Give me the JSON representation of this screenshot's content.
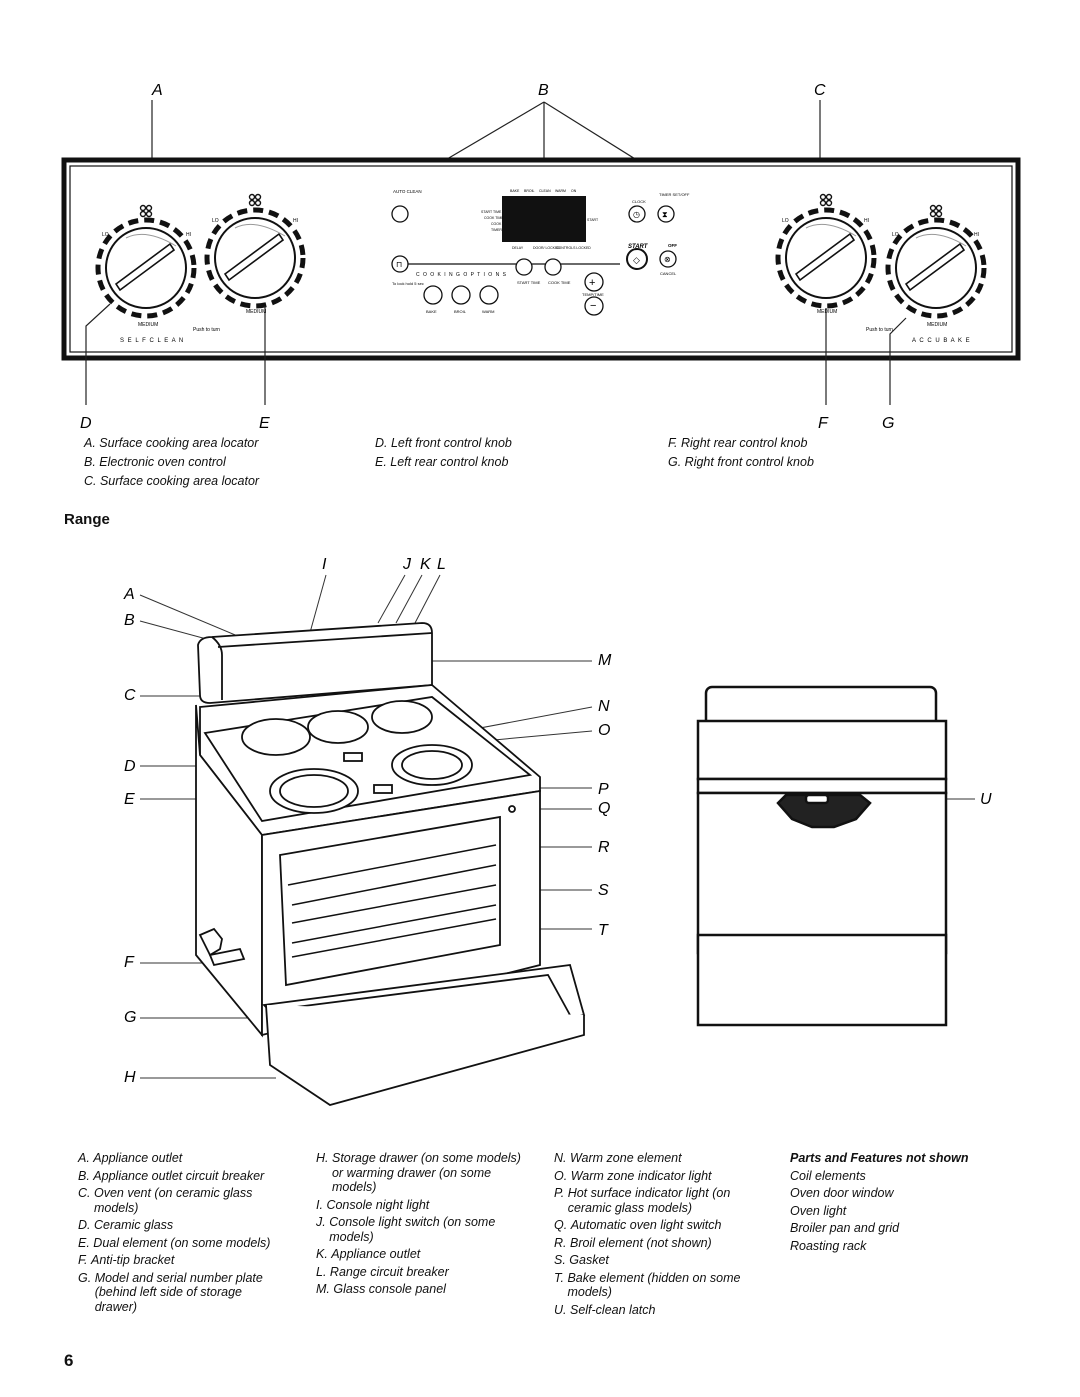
{
  "control_panel": {
    "callouts_top": [
      "A",
      "B",
      "C"
    ],
    "callouts_bottom": [
      "D",
      "E",
      "F",
      "G"
    ],
    "left_label": "S E L F   C L E A N",
    "right_label": "A C C U B A K E",
    "knob_lo": "LO",
    "knob_hi": "HI",
    "knob_medium": "MEDIUM",
    "push_to_turn": "Push to turn",
    "auto_clean": "AUTO CLEAN",
    "display_top_labels": [
      "BAKE",
      "BROIL",
      "CLEAN",
      "WARM",
      "ON"
    ],
    "display_left_labels": [
      "START TIME",
      "COOK TIME",
      "COOK",
      "TIMER"
    ],
    "display_right_label": "START",
    "display_bottom_labels": [
      "DELAY",
      "DOOR/ LOCKED",
      "CONTROLS LOCKED"
    ],
    "cooking_options": "C O O K I N G   O P T I O N S",
    "lock_note": "To lock hold 5 sec",
    "bake": "BAKE",
    "broil": "BROIL",
    "warm": "WARM",
    "start_time": "START TIME",
    "cook_time": "COOK TIME",
    "temp_time": "TEMP/TIME",
    "clock": "CLOCK",
    "timer_set_off": "TIMER SET/OFF",
    "start": "START",
    "off": "OFF",
    "cancel": "CANCEL"
  },
  "legend1": {
    "col1": [
      "A. Surface cooking area locator",
      "B. Electronic oven control",
      "C. Surface cooking area locator"
    ],
    "col2": [
      "D. Left front control knob",
      "E. Left rear control knob"
    ],
    "col3": [
      "F. Right rear control knob",
      "G. Right front control knob"
    ]
  },
  "section_title": "Range",
  "range_callouts": {
    "top": [
      "I",
      "J",
      "K",
      "L"
    ],
    "left": [
      "A",
      "B",
      "C",
      "D",
      "E",
      "F",
      "G",
      "H"
    ],
    "right": [
      "M",
      "N",
      "O",
      "P",
      "Q",
      "R",
      "S",
      "T"
    ],
    "front": [
      "U"
    ]
  },
  "legend2": {
    "col1": [
      [
        "A.",
        "Appliance outlet"
      ],
      [
        "B.",
        "Appliance outlet circuit breaker"
      ],
      [
        "C.",
        "Oven vent (on ceramic glass models)"
      ],
      [
        "D.",
        "Ceramic glass"
      ],
      [
        "E.",
        "Dual element (on some models)"
      ],
      [
        "F.",
        "Anti-tip bracket"
      ],
      [
        "G.",
        "Model and serial number plate (behind left side of storage drawer)"
      ]
    ],
    "col2": [
      [
        "H.",
        "Storage drawer (on some models) or warming drawer (on some models)"
      ],
      [
        "I.",
        "Console night light"
      ],
      [
        "J.",
        "Console light switch (on some models)"
      ],
      [
        "K.",
        "Appliance outlet"
      ],
      [
        "L.",
        "Range circuit breaker"
      ],
      [
        "M.",
        "Glass console panel"
      ]
    ],
    "col3": [
      [
        "N.",
        "Warm zone element"
      ],
      [
        "O.",
        "Warm zone indicator light"
      ],
      [
        "P.",
        "Hot surface indicator light (on ceramic glass models)"
      ],
      [
        "Q.",
        "Automatic oven light switch"
      ],
      [
        "R.",
        "Broil element (not shown)"
      ],
      [
        "S.",
        "Gasket"
      ],
      [
        "T.",
        "Bake element (hidden on some models)"
      ],
      [
        "U.",
        "Self-clean latch"
      ]
    ],
    "not_shown_title": "Parts and Features not shown",
    "not_shown": [
      "Coil elements",
      "Oven door window",
      "Oven light",
      "Broiler pan and grid",
      "Roasting rack"
    ]
  },
  "page_number": "6"
}
